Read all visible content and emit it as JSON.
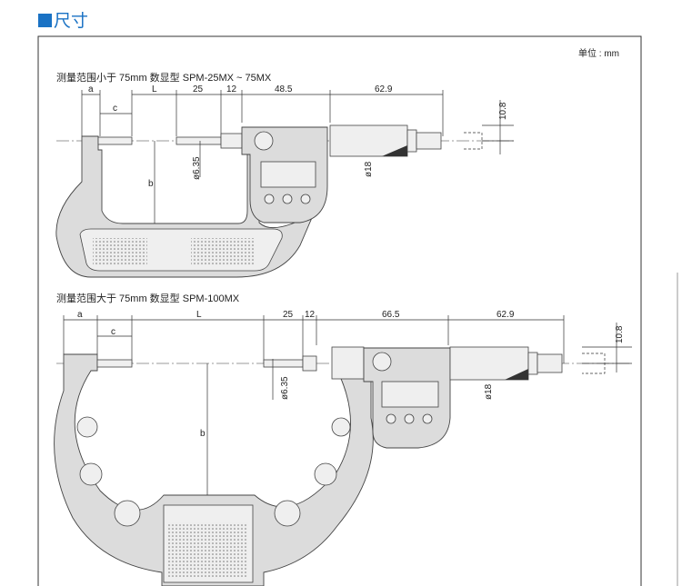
{
  "header": {
    "title": "尺寸"
  },
  "unit": "单位 : mm",
  "section1": {
    "title": "测量范围小于 75mm 数显型   SPM-25MX ~ 75MX",
    "dims": {
      "a": "a",
      "c": "c",
      "L": "L",
      "d25": "25",
      "d12": "12",
      "d48": "48.5",
      "d62": "62.9",
      "h108": "10.8",
      "b": "b",
      "phi635": "ø6.35",
      "phi18": "ø18"
    }
  },
  "section2": {
    "title": "测量范围大于 75mm 数显型   SPM-100MX",
    "dims": {
      "a": "a",
      "c": "c",
      "L": "L",
      "d25": "25",
      "d12": "12",
      "d66": "66.5",
      "d62": "62.9",
      "h108": "10.8",
      "b": "b",
      "phi635": "ø6.35",
      "phi18": "ø18"
    }
  }
}
